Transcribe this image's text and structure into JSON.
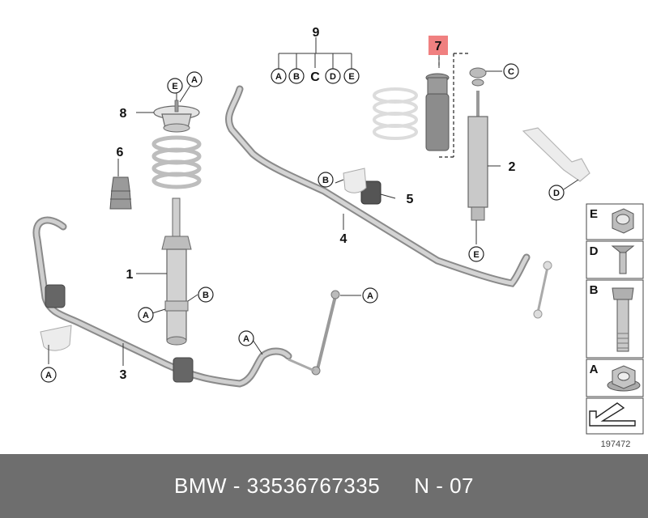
{
  "diagram": {
    "diagram_number": "197472",
    "part_labels": {
      "p1": "1",
      "p2": "2",
      "p3": "3",
      "p4": "4",
      "p5": "5",
      "p6": "6",
      "p7": "7",
      "p8": "8",
      "p9": "9"
    },
    "callouts": {
      "a": "A",
      "b": "B",
      "c": "C",
      "d": "D",
      "e": "E"
    },
    "kit_components": [
      "A",
      "B",
      "C",
      "D",
      "E"
    ],
    "legend_keys": [
      "E",
      "D",
      "B",
      "A"
    ],
    "highlight_color": "#f08080"
  },
  "footer": {
    "brand_part": "BMW - 33536767335",
    "ref": "N - 07"
  }
}
